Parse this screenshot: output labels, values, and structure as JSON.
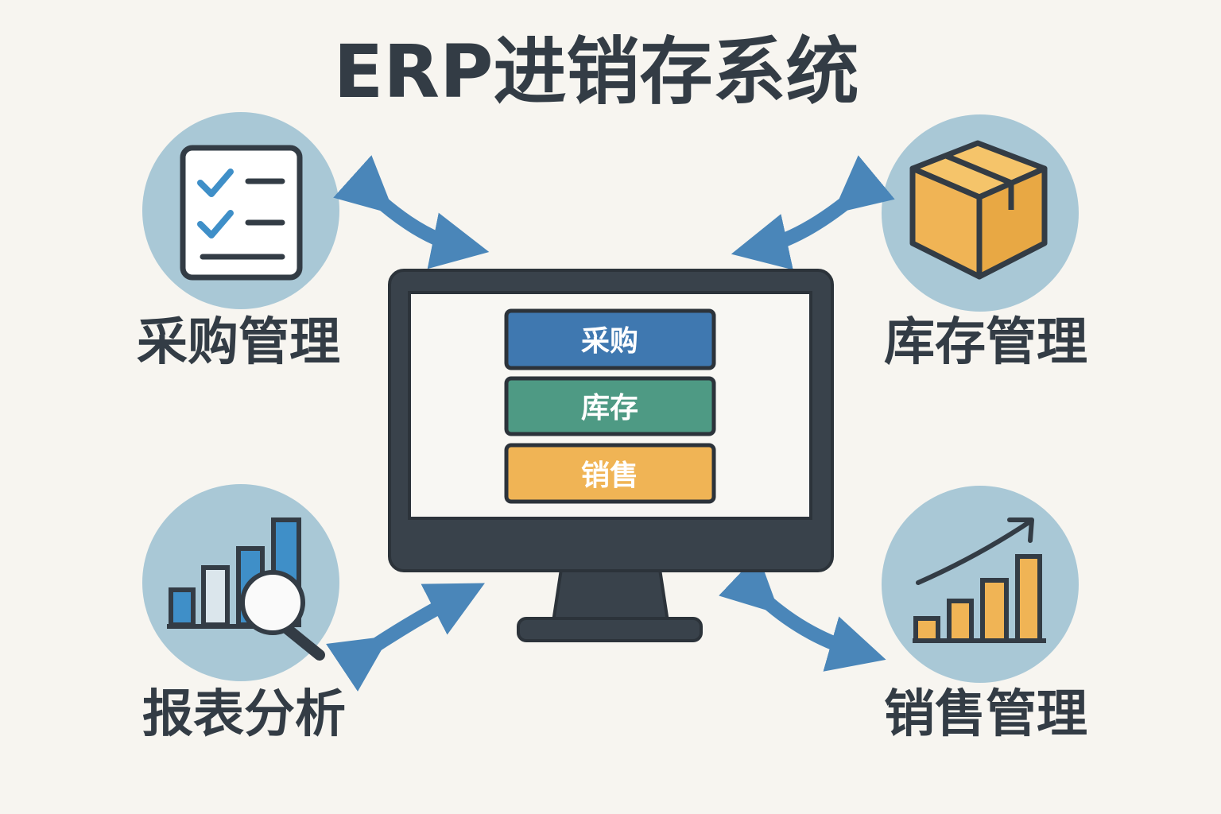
{
  "title": "ERP进销存系统",
  "modules": {
    "purchase": {
      "label": "采购管理",
      "icon": "checklist-icon"
    },
    "inventory": {
      "label": "库存管理",
      "icon": "box-icon"
    },
    "reports": {
      "label": "报表分析",
      "icon": "chart-magnifier-icon"
    },
    "sales": {
      "label": "销售管理",
      "icon": "growth-chart-icon"
    }
  },
  "screen_buttons": [
    {
      "label": "采购",
      "color": "#3f78b0"
    },
    {
      "label": "库存",
      "color": "#4e9a84"
    },
    {
      "label": "销售",
      "color": "#f0b455"
    }
  ],
  "colors": {
    "background": "#f7f5f0",
    "dark": "#333c45",
    "circle": "#a9c8d6",
    "arrow": "#4a86b9",
    "orange": "#f0b455",
    "blue": "#3f78b0"
  }
}
